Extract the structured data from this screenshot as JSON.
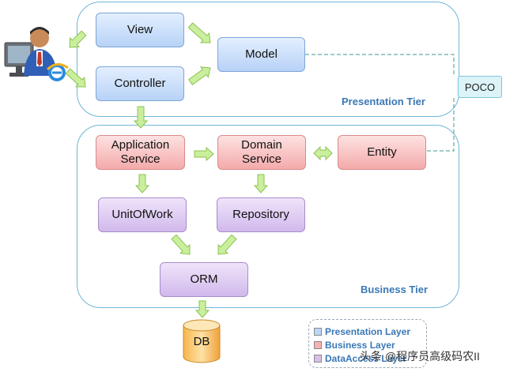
{
  "tiers": {
    "presentation": "Presentation Tier",
    "business": "Business Tier"
  },
  "nodes": {
    "view": "View",
    "controller": "Controller",
    "model": "Model",
    "poco": "POCO",
    "application_service": "Application\nService",
    "domain_service": "Domain\nService",
    "entity": "Entity",
    "unit_of_work": "UnitOfWork",
    "repository": "Repository",
    "orm": "ORM",
    "db": "DB"
  },
  "legend": [
    {
      "label": "Presentation Layer",
      "color": "#bcd6f7"
    },
    {
      "label": "Business Layer",
      "color": "#f6b3b3"
    },
    {
      "label": "DataAccess Layer",
      "color": "#d6c1ee"
    }
  ],
  "watermark": "头条 @程序员高级码农II",
  "colors": {
    "tier_border": "#6fb6d6",
    "arrow_fill": "#c9ef9c",
    "arrow_stroke": "#8cc152",
    "dashed_link": "#3f9a8c"
  }
}
